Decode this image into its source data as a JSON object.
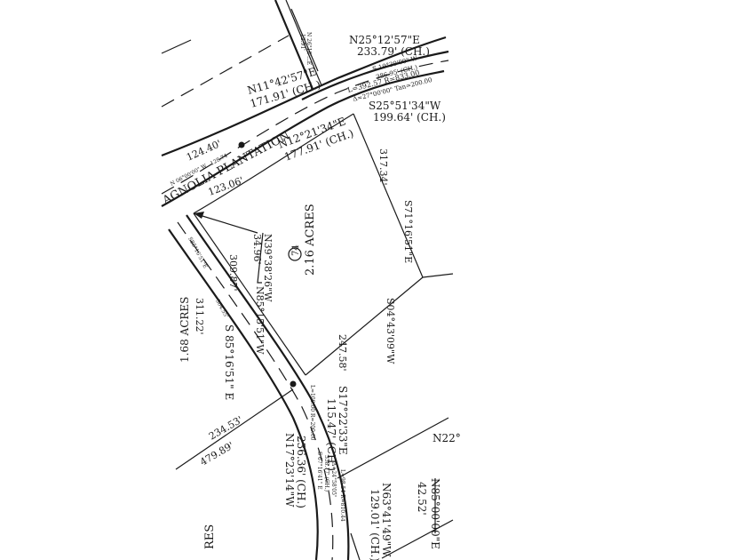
{
  "lot": {
    "number": "74",
    "area": "2.16 ACRES"
  },
  "road": {
    "name": "AGNOLIA PLANTATION"
  },
  "neighbor_areas": {
    "left_lot": "1.68 ACRES",
    "bottom_left": "RES"
  },
  "labels": {
    "top_chord": "N25°12'57\"E",
    "top_chord_len": "233.79' (CH.)",
    "upper_left_chord": "N11°42'57\"E",
    "upper_left_chord_len": "171.91' (CH.)",
    "curve_bearing": "S 19°30'00\" W",
    "curve_dist": "386.95' (CH.)",
    "curve_data": "L=392.57  R=833.00",
    "curve_delta": "Δ=27°00'00\"  Tan=200.00",
    "right_chord": "S25°51'34\"W",
    "right_chord_len": "199.64' (CH.)",
    "front_chord": "N12°21'34\"E",
    "front_chord_len": "177.91' (CH.)",
    "seg_124": "124.40'",
    "seg_123": "123.06'",
    "bearing_small": "N 06°00'00\" W",
    "dist_small": "128.74",
    "tiny_top_1": "N 26°18'...E",
    "tiny_top_2": "12.91'",
    "east_dist": "317.34'",
    "east_bearing": "S71°16'51\"E",
    "nw_bearing": "N39°38'26\"W",
    "nw_dist": "34.96'",
    "west_dist": "309.87'",
    "west_bearing": "N85°15'51\"W",
    "se_bearing": "S04°43'09\"W",
    "se_dist": "247.58'",
    "left_dist": "311.22'",
    "left_bearing": "S 85°16'51\" E",
    "small_bearing_2": "S85°16'51\"E",
    "small_dist_2": "304.55'",
    "curve2_data": "L=100.00 R=200.00",
    "curve2_chord": "S17°22'33\"E",
    "curve2_len": "115.47' (CH.)",
    "curve3_dist": "234.53'",
    "curve3_dist2": "479.89'",
    "curve3_bearing": "N17°23'14\"W",
    "curve3_len": "236.36' (CH.)",
    "curve3_small_1": "S 67°16'41\" E",
    "curve3_small_2": "358.17' (CH.)",
    "curve3_small_3": "Δ=24°58'05\"",
    "curve3_small_4": "L=98.54 R=810.44",
    "right_lower": "N22°",
    "bottom_bearing": "N63°41'49\"W",
    "bottom_len": "129.01' (CH.)",
    "bottom_box_bearing": "N85°00'00\"E",
    "bottom_box_len": "42.52'"
  }
}
